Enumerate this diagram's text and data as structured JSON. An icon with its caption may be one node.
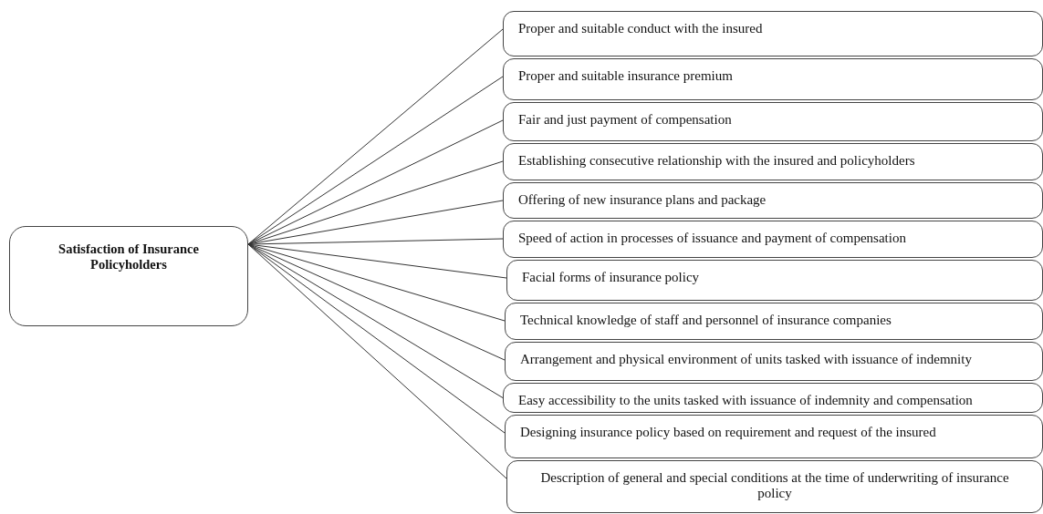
{
  "diagram": {
    "nodes": [
      {
        "text": [
          "Satisfaction of Insurance Policyholders"
        ]
      },
      {
        "text": [
          "Proper and suitable conduct with the insured"
        ]
      },
      {
        "text": [
          "Proper and suitable insurance premium"
        ]
      },
      {
        "text": [
          "Fair and just payment of compensation"
        ]
      },
      {
        "text": [
          "Establishing consecutive relationship with the insured and policyholders"
        ]
      },
      {
        "text": [
          "Offering  of new insurance plans and package"
        ]
      },
      {
        "text": [
          "Speed of action in processes of issuance and payment of compensation"
        ]
      },
      {
        "text": [
          "Facial forms of insurance policy"
        ]
      },
      {
        "text": [
          "Technical knowledge of staff and personnel of insurance companies"
        ]
      },
      {
        "text": [
          "Arrangement and physical environment of units tasked with issuance of indemnity"
        ]
      },
      {
        "text": [
          "Easy accessibility to the units tasked with issuance of indemnity and compensation"
        ]
      },
      {
        "text": [
          "Designing insurance policy based on requirement and request of the insured"
        ]
      },
      {
        "text": [
          "Description of general and special conditions at the time of underwriting  of insurance policy"
        ]
      }
    ],
    "edges": [
      {
        "from": 0,
        "to": 1,
        "arrow": "none"
      },
      {
        "from": 0,
        "to": 2,
        "arrow": "none"
      },
      {
        "from": 0,
        "to": 3,
        "arrow": "none"
      },
      {
        "from": 0,
        "to": 4,
        "arrow": "none"
      },
      {
        "from": 0,
        "to": 5,
        "arrow": "none"
      },
      {
        "from": 0,
        "to": 6,
        "arrow": "none"
      },
      {
        "from": 0,
        "to": 7,
        "arrow": "none"
      },
      {
        "from": 0,
        "to": 8,
        "arrow": "none"
      },
      {
        "from": 0,
        "to": 9,
        "arrow": "none"
      },
      {
        "from": 0,
        "to": 10,
        "arrow": "none"
      },
      {
        "from": 0,
        "to": 11,
        "arrow": "none"
      },
      {
        "from": 0,
        "to": 12,
        "arrow": "none"
      }
    ]
  }
}
